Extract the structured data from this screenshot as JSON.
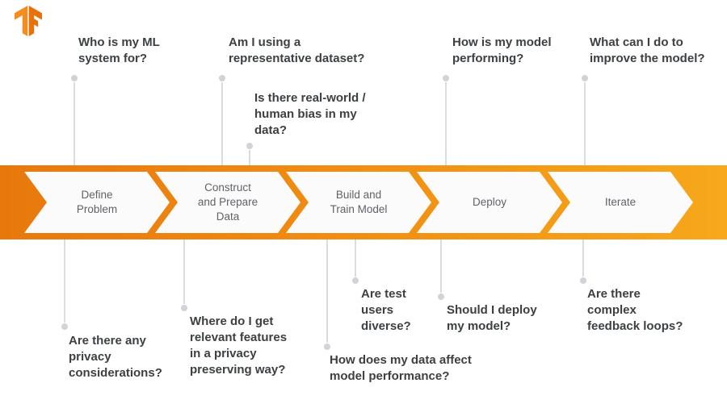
{
  "logo": {
    "name": "tensorflow-logo",
    "color_left": "#F28D1E",
    "color_right": "#E8710A"
  },
  "band": {
    "gradient_start": "#E8780C",
    "gradient_end": "#F7A81B",
    "chevron_fill": "#FBFBFB"
  },
  "stages": [
    {
      "label": "Define\nProblem"
    },
    {
      "label": "Construct\nand Prepare\nData"
    },
    {
      "label": "Build and\nTrain Model"
    },
    {
      "label": "Deploy"
    },
    {
      "label": "Iterate"
    }
  ],
  "top_questions": [
    {
      "text": "Who is my ML\nsystem for?"
    },
    {
      "text": "Am I using a\nrepresentative dataset?"
    },
    {
      "text": "Is there real-world /\nhuman bias in my\ndata?"
    },
    {
      "text": "How is my model\nperforming?"
    },
    {
      "text": "What can I do to\nimprove the model?"
    }
  ],
  "bottom_questions": [
    {
      "text": "Are there any\nprivacy\nconsiderations?"
    },
    {
      "text": "Where do I get\nrelevant features\nin a privacy\npreserving way?"
    },
    {
      "text": "Are test\nusers\ndiverse?"
    },
    {
      "text": "How does my data affect\nmodel performance?"
    },
    {
      "text": "Should I deploy\nmy model?"
    },
    {
      "text": "Are there\ncomplex\nfeedback loops?"
    }
  ]
}
